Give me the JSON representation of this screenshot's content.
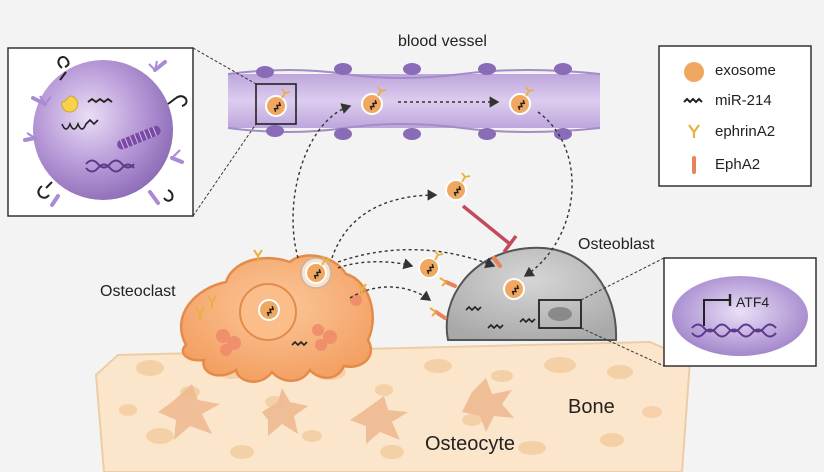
{
  "labels": {
    "blood_vessel": "blood vessel",
    "osteoclast": "Osteoclast",
    "osteoblast": "Osteoblast",
    "bone": "Bone",
    "osteocyte": "Osteocyte",
    "atf4": "ATF4"
  },
  "legend": [
    {
      "label": "exosome",
      "icon": "exosome-icon"
    },
    {
      "label": "miR-214",
      "icon": "mir214-icon"
    },
    {
      "label": "ephrinA2",
      "icon": "ephrina2-icon"
    },
    {
      "label": "EphA2",
      "icon": "epha2-icon"
    }
  ],
  "colors": {
    "exosome": "#f0a860",
    "vessel": "#c8b4e2",
    "osteoclast": "#f7b27a",
    "osteoblast": "#b9b9b9",
    "bone": "#fbe6cc",
    "inhibition": "#c24a5a",
    "epha2": "#e8835a",
    "ephrina2": "#e8b040"
  }
}
